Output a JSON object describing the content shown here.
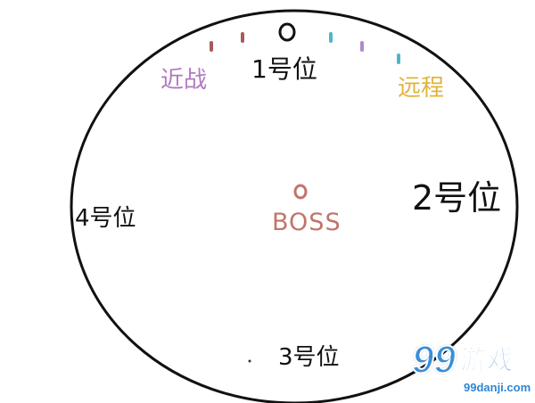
{
  "labels": {
    "melee": "近战",
    "position_1": "1号位",
    "ranged": "远程",
    "position_2": "2号位",
    "position_4": "4号位",
    "boss": "BOSS",
    "position_3": "3号位"
  },
  "markers": {
    "melee_color": "#a85a5a",
    "ranged_color": "#4fb6c8",
    "purple_color": "#b08ac8",
    "tank_color": "#111111",
    "boss_color": "#c0756a"
  },
  "watermark": {
    "digits": "99",
    "brand": "游戏",
    "domain": "99danji.com"
  },
  "colors": {
    "arena_outline": "#111111",
    "melee_text": "#b07ac0",
    "ranged_text": "#e0b43a",
    "logo_blue": "#2e86d4"
  }
}
